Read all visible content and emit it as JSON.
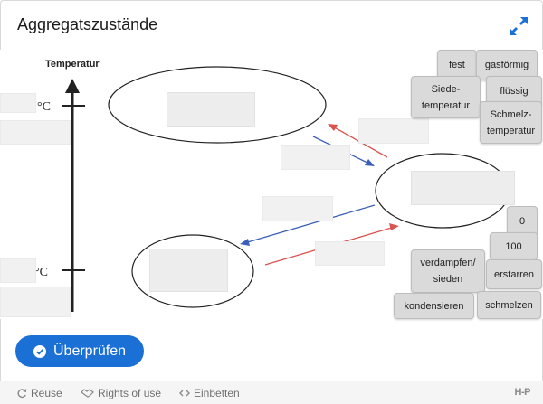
{
  "header": {
    "title": "Aggregatszustände"
  },
  "diagram": {
    "axis_label": "Temperatur",
    "low_unit": "°C",
    "high_unit": "°C"
  },
  "draggables": {
    "fest": "fest",
    "gasfoermig": "gasförmig",
    "siedetemperatur": [
      "Siede-",
      "temperatur"
    ],
    "fluessig": "flüssig",
    "schmelztemperatur": [
      "Schmelz-",
      "temperatur"
    ],
    "zero": "0",
    "hundred": "100",
    "verdampfen": [
      "verdampfen/",
      "sieden"
    ],
    "erstarren": "erstarren",
    "kondensieren": "kondensieren",
    "schmelzen": "schmelzen"
  },
  "actions": {
    "check_label": "Überprüfen"
  },
  "footer": {
    "reuse": "Reuse",
    "rights": "Rights of use",
    "embed": "Einbetten",
    "brand": "H-P"
  },
  "colors": {
    "accent": "#1b70d6",
    "arrow_blue": "#3a5fb8",
    "arrow_red": "#d9534f"
  }
}
